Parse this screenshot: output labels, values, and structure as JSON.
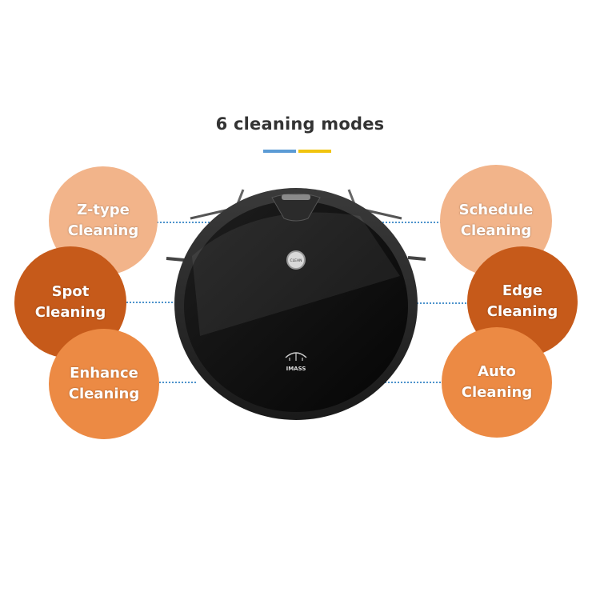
{
  "title": "6 cleaning modes",
  "accent_colors": {
    "blue": "#5b9bd5",
    "yellow": "#f1c40f"
  },
  "product": {
    "button_label": "CLEAN",
    "brand": "IMASS"
  },
  "modes_left": [
    {
      "label": "Z-type\nCleaning",
      "color": "#f2b48a"
    },
    {
      "label": "Spot\nCleaning",
      "color": "#c65a1a"
    },
    {
      "label": "Enhance\nCleaning",
      "color": "#ec8a44"
    }
  ],
  "modes_right": [
    {
      "label": "Schedule\nCleaning",
      "color": "#f2b48a"
    },
    {
      "label": "Edge\nCleaning",
      "color": "#c65a1a"
    },
    {
      "label": "Auto\nCleaning",
      "color": "#ec8a44"
    }
  ]
}
